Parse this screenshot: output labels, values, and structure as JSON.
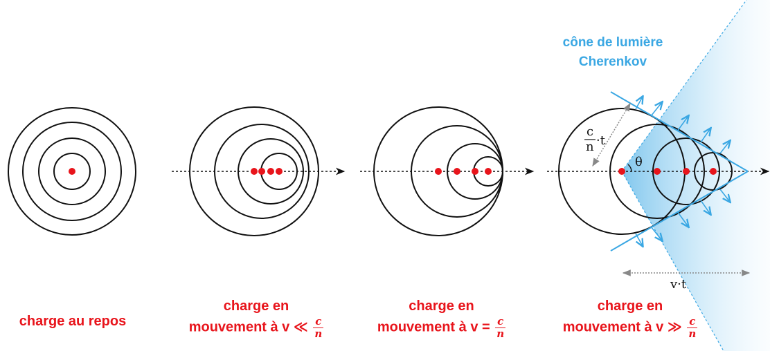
{
  "title": {
    "line1": "cône de lumière",
    "line2": "Cherenkov"
  },
  "panels": [
    {
      "caption_line1": "charge au repos",
      "caption_line2": "",
      "relation": "",
      "frac_num": "",
      "frac_den": ""
    },
    {
      "caption_line1": "charge en",
      "caption_line2": "mouvement à v",
      "relation": " ≪ ",
      "frac_num": "c",
      "frac_den": "n"
    },
    {
      "caption_line1": "charge en",
      "caption_line2": "mouvement à v",
      "relation": " = ",
      "frac_num": "c",
      "frac_den": "n"
    },
    {
      "caption_line1": "charge en",
      "caption_line2": "mouvement à v",
      "relation": " ≫ ",
      "frac_num": "c",
      "frac_den": "n"
    }
  ],
  "labels": {
    "ct_num": "c",
    "ct_den": "n",
    "ct_tail": "·t",
    "theta": "θ",
    "vt": "v·t"
  },
  "colors": {
    "charge": "#e8141b",
    "cone": "#3aa7e3",
    "circle": "#111111",
    "arrow": "#888888"
  }
}
